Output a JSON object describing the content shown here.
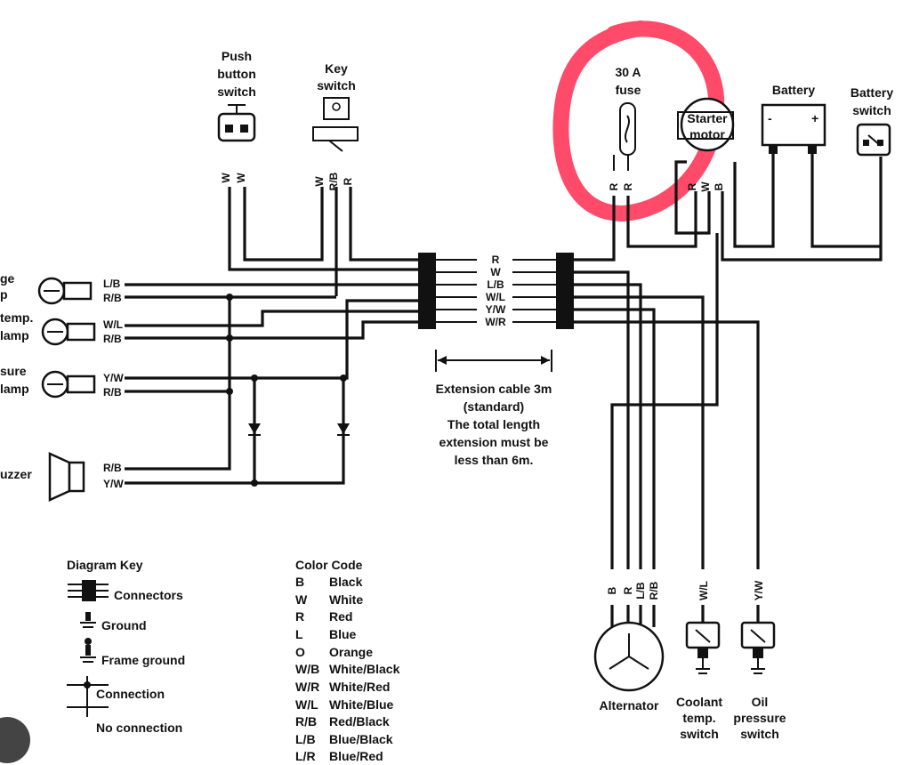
{
  "components": {
    "push_button_switch": [
      "Push",
      "button",
      "switch"
    ],
    "key_switch": [
      "Key",
      "switch"
    ],
    "fuse": [
      "30 A",
      "fuse"
    ],
    "starter_motor": [
      "Starter",
      "motor"
    ],
    "battery": "Battery",
    "battery_switch": [
      "Battery",
      "switch"
    ],
    "charge_lamp": [
      "ge",
      "p"
    ],
    "coolant_temp_lamp": [
      "temp.",
      "lamp"
    ],
    "oil_pressure_lamp": [
      "sure",
      "lamp"
    ],
    "buzzer": "uzzer",
    "alternator": "Alternator",
    "coolant_temp_switch": [
      "Coolant",
      "temp.",
      "switch"
    ],
    "oil_pressure_switch": [
      "Oil",
      "pressure",
      "switch"
    ]
  },
  "wire_labels": {
    "push_button": [
      "W",
      "W"
    ],
    "key_switch": [
      "W",
      "R/B",
      "R"
    ],
    "fuse": [
      "R",
      "R"
    ],
    "starter": [
      "R",
      "W",
      "B"
    ],
    "connector": [
      "R",
      "W",
      "L/B",
      "W/L",
      "Y/W",
      "W/R"
    ],
    "charge_lamp": [
      "L/B",
      "R/B"
    ],
    "temp_lamp": [
      "W/L",
      "R/B"
    ],
    "pressure_lamp": [
      "Y/W",
      "R/B"
    ],
    "buzzer": [
      "R/B",
      "Y/W"
    ],
    "alternator": [
      "B",
      "R",
      "L/B",
      "R/B"
    ],
    "coolant_switch": "W/L",
    "oil_switch": "Y/W"
  },
  "extension_note": [
    "Extension cable 3m",
    "(standard)",
    "The total length",
    "extension must be",
    "less than 6m."
  ],
  "diagram_key": {
    "title": "Diagram Key",
    "items": [
      "Connectors",
      "Ground",
      "Frame ground",
      "Connection",
      "No connection"
    ]
  },
  "color_code": {
    "title": "Color Code",
    "entries": [
      {
        "code": "B",
        "name": "Black"
      },
      {
        "code": "W",
        "name": "White"
      },
      {
        "code": "R",
        "name": "Red"
      },
      {
        "code": "L",
        "name": "Blue"
      },
      {
        "code": "O",
        "name": "Orange"
      },
      {
        "code": "W/B",
        "name": "White/Black"
      },
      {
        "code": "W/R",
        "name": "White/Red"
      },
      {
        "code": "W/L",
        "name": "White/Blue"
      },
      {
        "code": "R/B",
        "name": "Red/Black"
      },
      {
        "code": "L/B",
        "name": "Blue/Black"
      },
      {
        "code": "L/R",
        "name": "Blue/Red"
      }
    ]
  },
  "colors": {
    "highlight": "#ff3b5c",
    "ink": "#111111"
  }
}
